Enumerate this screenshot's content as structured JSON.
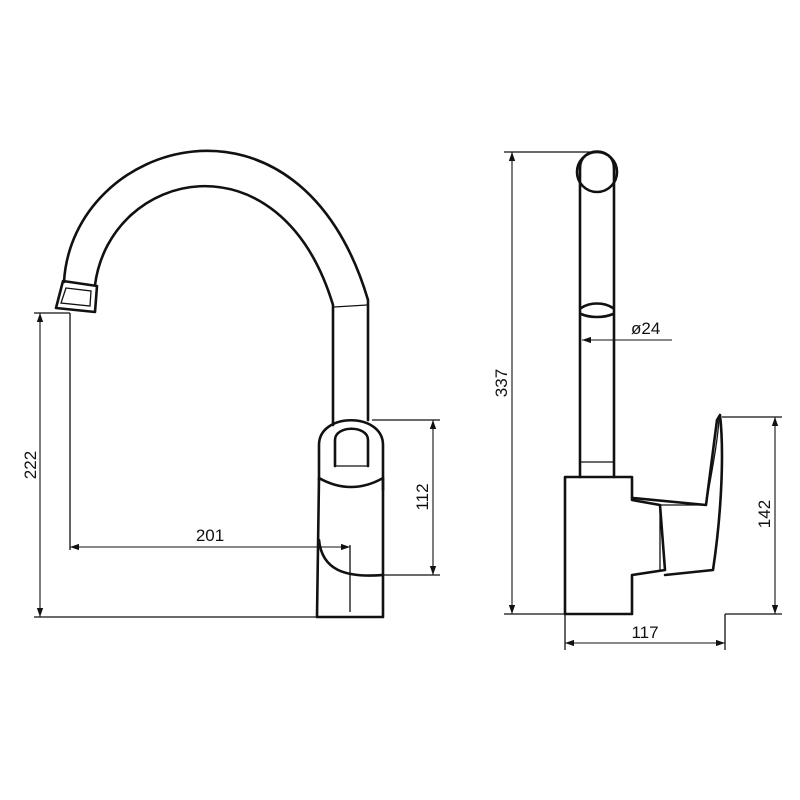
{
  "diagram": {
    "colors": {
      "line": "#111111",
      "background": "#ffffff"
    },
    "dimensions": {
      "spout_height": "222",
      "spout_reach": "201",
      "handle_height_front": "112",
      "total_height": "337",
      "pipe_diameter": "ø24",
      "handle_height_side": "142",
      "base_depth": "117"
    }
  }
}
